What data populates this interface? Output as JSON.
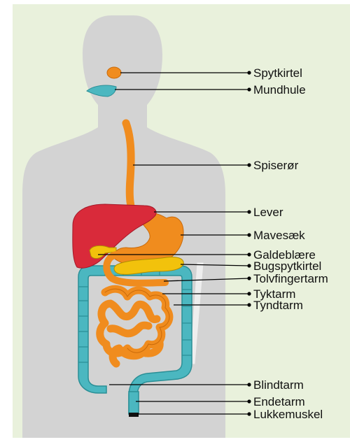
{
  "diagram": {
    "colors": {
      "background_panel": "#e9f1dc",
      "body": "#d3d3d3",
      "salivary_gland": "#f08c1e",
      "mouth": "#4bb7c0",
      "esophagus": "#f08c1e",
      "liver": "#d92a3a",
      "stomach": "#f08c1e",
      "gallbladder": "#f2c20c",
      "pancreas": "#f2c20c",
      "duodenum": "#f08c1e",
      "small_intestine": "#f08c1e",
      "large_intestine": "#4bb7c0",
      "sphincter": "#111111"
    },
    "labels": [
      {
        "id": "spytkirtel",
        "text": "Spytkirtel"
      },
      {
        "id": "mundhule",
        "text": "Mundhule"
      },
      {
        "id": "spiseror",
        "text": "Spiserør"
      },
      {
        "id": "lever",
        "text": "Lever"
      },
      {
        "id": "mavesaek",
        "text": "Mavesæk"
      },
      {
        "id": "galdeblaere",
        "text": "Galdeblære"
      },
      {
        "id": "bugspytkirtel",
        "text": "Bugspytkirtel"
      },
      {
        "id": "tolvfingertarm",
        "text": "Tolvfingertarm"
      },
      {
        "id": "tyktarm",
        "text": "Tyktarm"
      },
      {
        "id": "tyndtarm",
        "text": "Tyndtarm"
      },
      {
        "id": "blindtarm",
        "text": "Blindtarm"
      },
      {
        "id": "endetarm",
        "text": "Endetarm"
      },
      {
        "id": "lukkemuskel",
        "text": "Lukkemuskel"
      }
    ]
  }
}
